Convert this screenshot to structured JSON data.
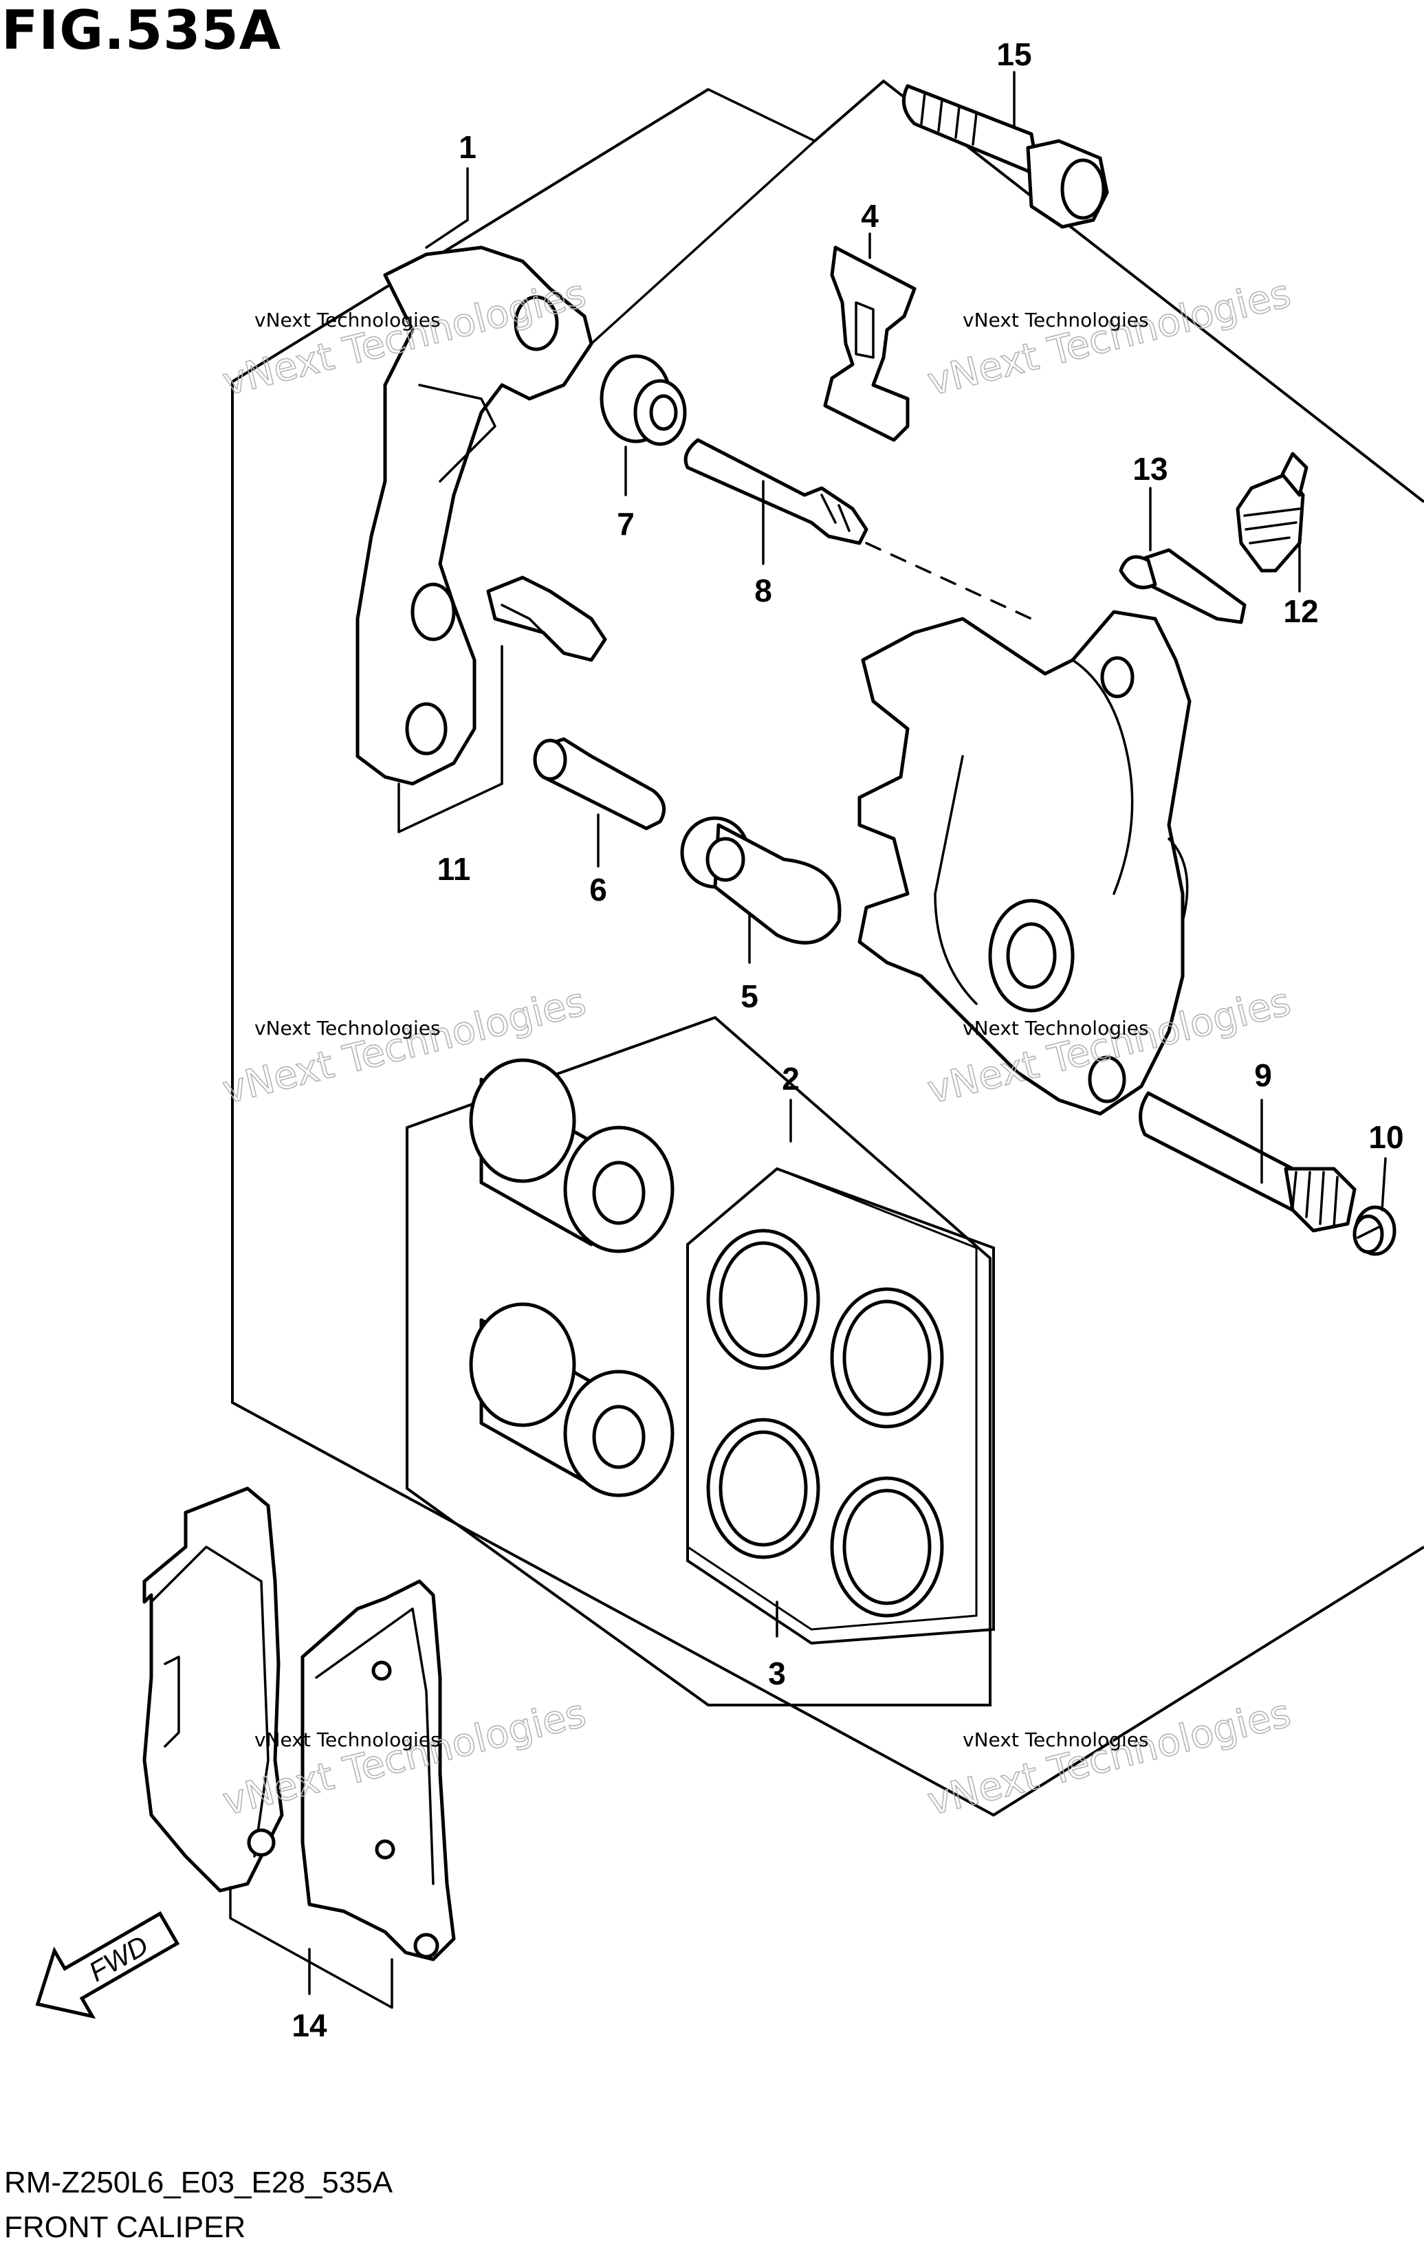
{
  "figure": {
    "title": "FIG.535A",
    "model_code": "RM-Z250L6_E03_E28_535A",
    "section_name": "FRONT CALIPER",
    "fwd_label": "FWD"
  },
  "watermark": {
    "line_small": "vNext Technologies",
    "line_big": "vNext Technologies"
  },
  "callouts": [
    "1",
    "2",
    "3",
    "4",
    "5",
    "6",
    "7",
    "8",
    "9",
    "10",
    "11",
    "12",
    "13",
    "14",
    "15"
  ]
}
